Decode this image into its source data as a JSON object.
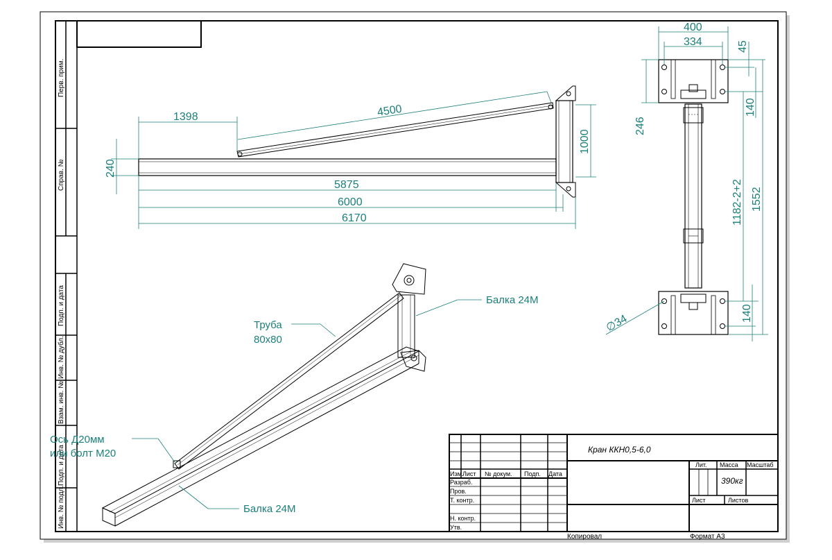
{
  "drawing": {
    "dims_side": {
      "d1398": "1398",
      "d4500": "4500",
      "d240": "240",
      "d1000": "1000",
      "d5875": "5875",
      "d6000": "6000",
      "d6170": "6170"
    },
    "dims_front": {
      "d400": "400",
      "d334": "334",
      "d45": "45",
      "d246": "246",
      "d140a": "140",
      "d1182": "1182-2+2",
      "d1552": "1552",
      "d140b": "140",
      "d34": "∅34"
    },
    "notes": {
      "balka_top": "Балка 24М",
      "truba_1": "Труба",
      "truba_2": "80х80",
      "os_1": "Ось Д20мм",
      "os_2": "или болт М20",
      "balka_bottom": "Балка 24М"
    }
  },
  "side_strip": {
    "perv_prim": "Перв. прим.",
    "sprav_no": "Справ. №",
    "podp_data_1": "Подп. и дата",
    "inv_dubl": "Инв. № дубл.",
    "vzam_inv": "Взам. инв. №",
    "podp_data_2": "Подп. и дата",
    "inv_podl": "Инв. № подл."
  },
  "title_block": {
    "name": "Кран ККН0,5-6,0",
    "col_izm": "Изм.",
    "col_list": "Лист",
    "col_dokum": "№ докум.",
    "col_podp": "Подп.",
    "col_data": "Дата",
    "razrab": "Разраб.",
    "prov": "Пров.",
    "t_kontr": "Т. контр.",
    "n_kontr": "Н. контр.",
    "utv": "Утв.",
    "lit": "Лит.",
    "massa": "Масса",
    "masshtab": "Масштаб",
    "massa_value": "390кг",
    "list": "Лист",
    "listov": "Листов"
  },
  "footer": {
    "kopiroval": "Копировал",
    "format": "Формат А3"
  }
}
